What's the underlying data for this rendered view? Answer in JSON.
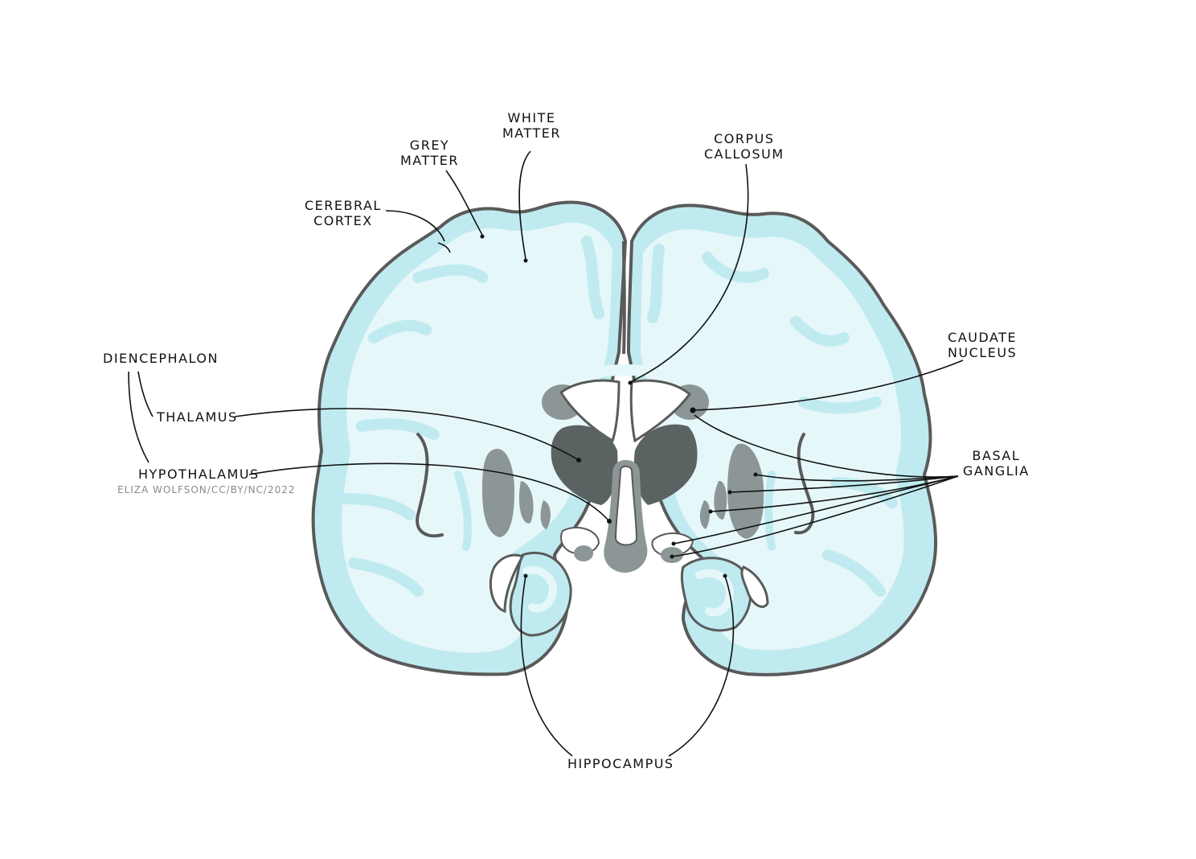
{
  "labels": {
    "white_matter": "WHITE\nMATTER",
    "grey_matter": "GREY\nMATTER",
    "corpus_callosum": "CORPUS\nCALLOSUM",
    "cerebral_cortex": "CEREBRAL\nCORTEX",
    "caudate_nucleus": "CAUDATE\nNUCLEUS",
    "diencephalon": "DIENCEPHALON",
    "thalamus": "THALAMUS",
    "hypothalamus": "HYPOTHALAMUS",
    "basal_ganglia": "BASAL\nGANGLIA",
    "hippocampus": "HIPPOCAMPUS"
  },
  "credit": "ELIZA WOLFSON/CC/BY/NC/2022",
  "colors": {
    "grey_matter": "#bfeaf0",
    "white_matter": "#e6f7f9",
    "outline": "#5a5a5a",
    "deep_nuclei": "#8c9696",
    "thalamus": "#5b6362",
    "ventricle": "#ffffff",
    "leader_line": "#111111"
  }
}
